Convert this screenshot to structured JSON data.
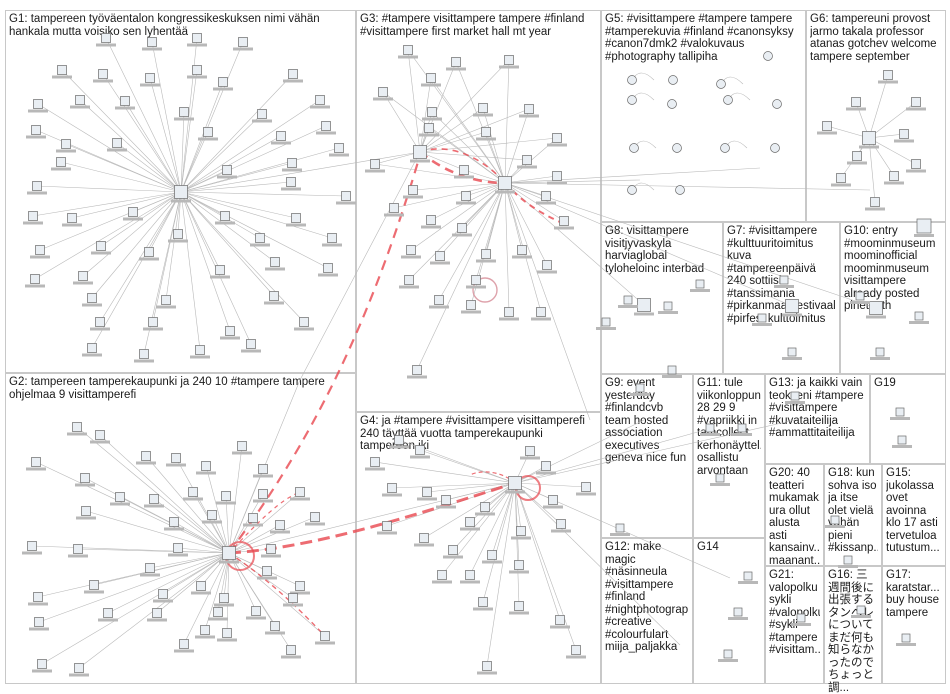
{
  "graph": {
    "groups": [
      {
        "id": "G1",
        "title": "G1: tampereen työväentalon kongressikeskuksen nimi vähän hankala mutta voisiko sen lyhentää"
      },
      {
        "id": "G2",
        "title": "G2: tampereen tamperekaupunki ja 240 10 #tampere tampere ohjelmaa 9 visittamperefi"
      },
      {
        "id": "G3",
        "title": "G3: #tampere visittampere tampere #finland #visittampere first market hall mt year"
      },
      {
        "id": "G4",
        "title": "G4: ja #tampere #visittampere visittamperefi 240 täyttää vuotta tamperekaupunki tampereen iki"
      },
      {
        "id": "G5",
        "title": "G5: #visittampere #tampere tampere #tamperekuvia #finland #canonsyksy #canon7dmk2 #valokuvaus #photography tallipiha"
      },
      {
        "id": "G6",
        "title": "G6: tampereuni provost jarmo takala professor atanas gotchev welcome tampere september"
      },
      {
        "id": "G7",
        "title": "G7: #visittampere #kulttuuritoimitus kuva #tampereenpäivä 240 sottiisi #tanssimania #pirkanmaanfestivaalit #pirfest kulttoimitus"
      },
      {
        "id": "G8",
        "title": "G8: visittampere visitjyvaskyla harviaglobal tyloheloinc interbad"
      },
      {
        "id": "G9",
        "title": "G9: event yesterday #finlandcvb team hosted association executives geneva nice fun"
      },
      {
        "id": "G10",
        "title": "G10: entry #moominmuseum moominofficial moominmuseum visittampere already posted pineteeth"
      },
      {
        "id": "G11",
        "title": "G11: tule viikonloppuna 28 29 9 #vapriikki in tamcollect kerhonäyttel... osallistu arvontaan"
      },
      {
        "id": "G12",
        "title": "G12: make magic #näsinneula #visittampere #finland #nightphotograp... #creative #colourfulart miija_paljakka"
      },
      {
        "id": "G13",
        "title": "G13: ja kaikki vain teokseni #tampere #visittampere #kuvataiteilija #ammattitaiteilija"
      },
      {
        "id": "G14",
        "title": "G14"
      },
      {
        "id": "G15",
        "title": "G15: jukolassa ovet avoinna klo 17 asti tervetuloa tutustum..."
      },
      {
        "id": "G16",
        "title": "G16: 三週間後に出張するタンペレについてまだ何も知らなかったのでちょっと調..."
      },
      {
        "id": "G17",
        "title": "G17: karatstar... buy house tampere"
      },
      {
        "id": "G18",
        "title": "G18: kun sohva iso ja itse olet vielä vähän pieni #kissanp..."
      },
      {
        "id": "G19",
        "title": "G19"
      },
      {
        "id": "G20",
        "title": "G20: 40 teatteri mukamak... ura ollut alusta asti kansainv... maanant..."
      },
      {
        "id": "G21",
        "title": "G21: valopolku sykli #valopolku #sykli #tampere #visittam..."
      }
    ]
  }
}
